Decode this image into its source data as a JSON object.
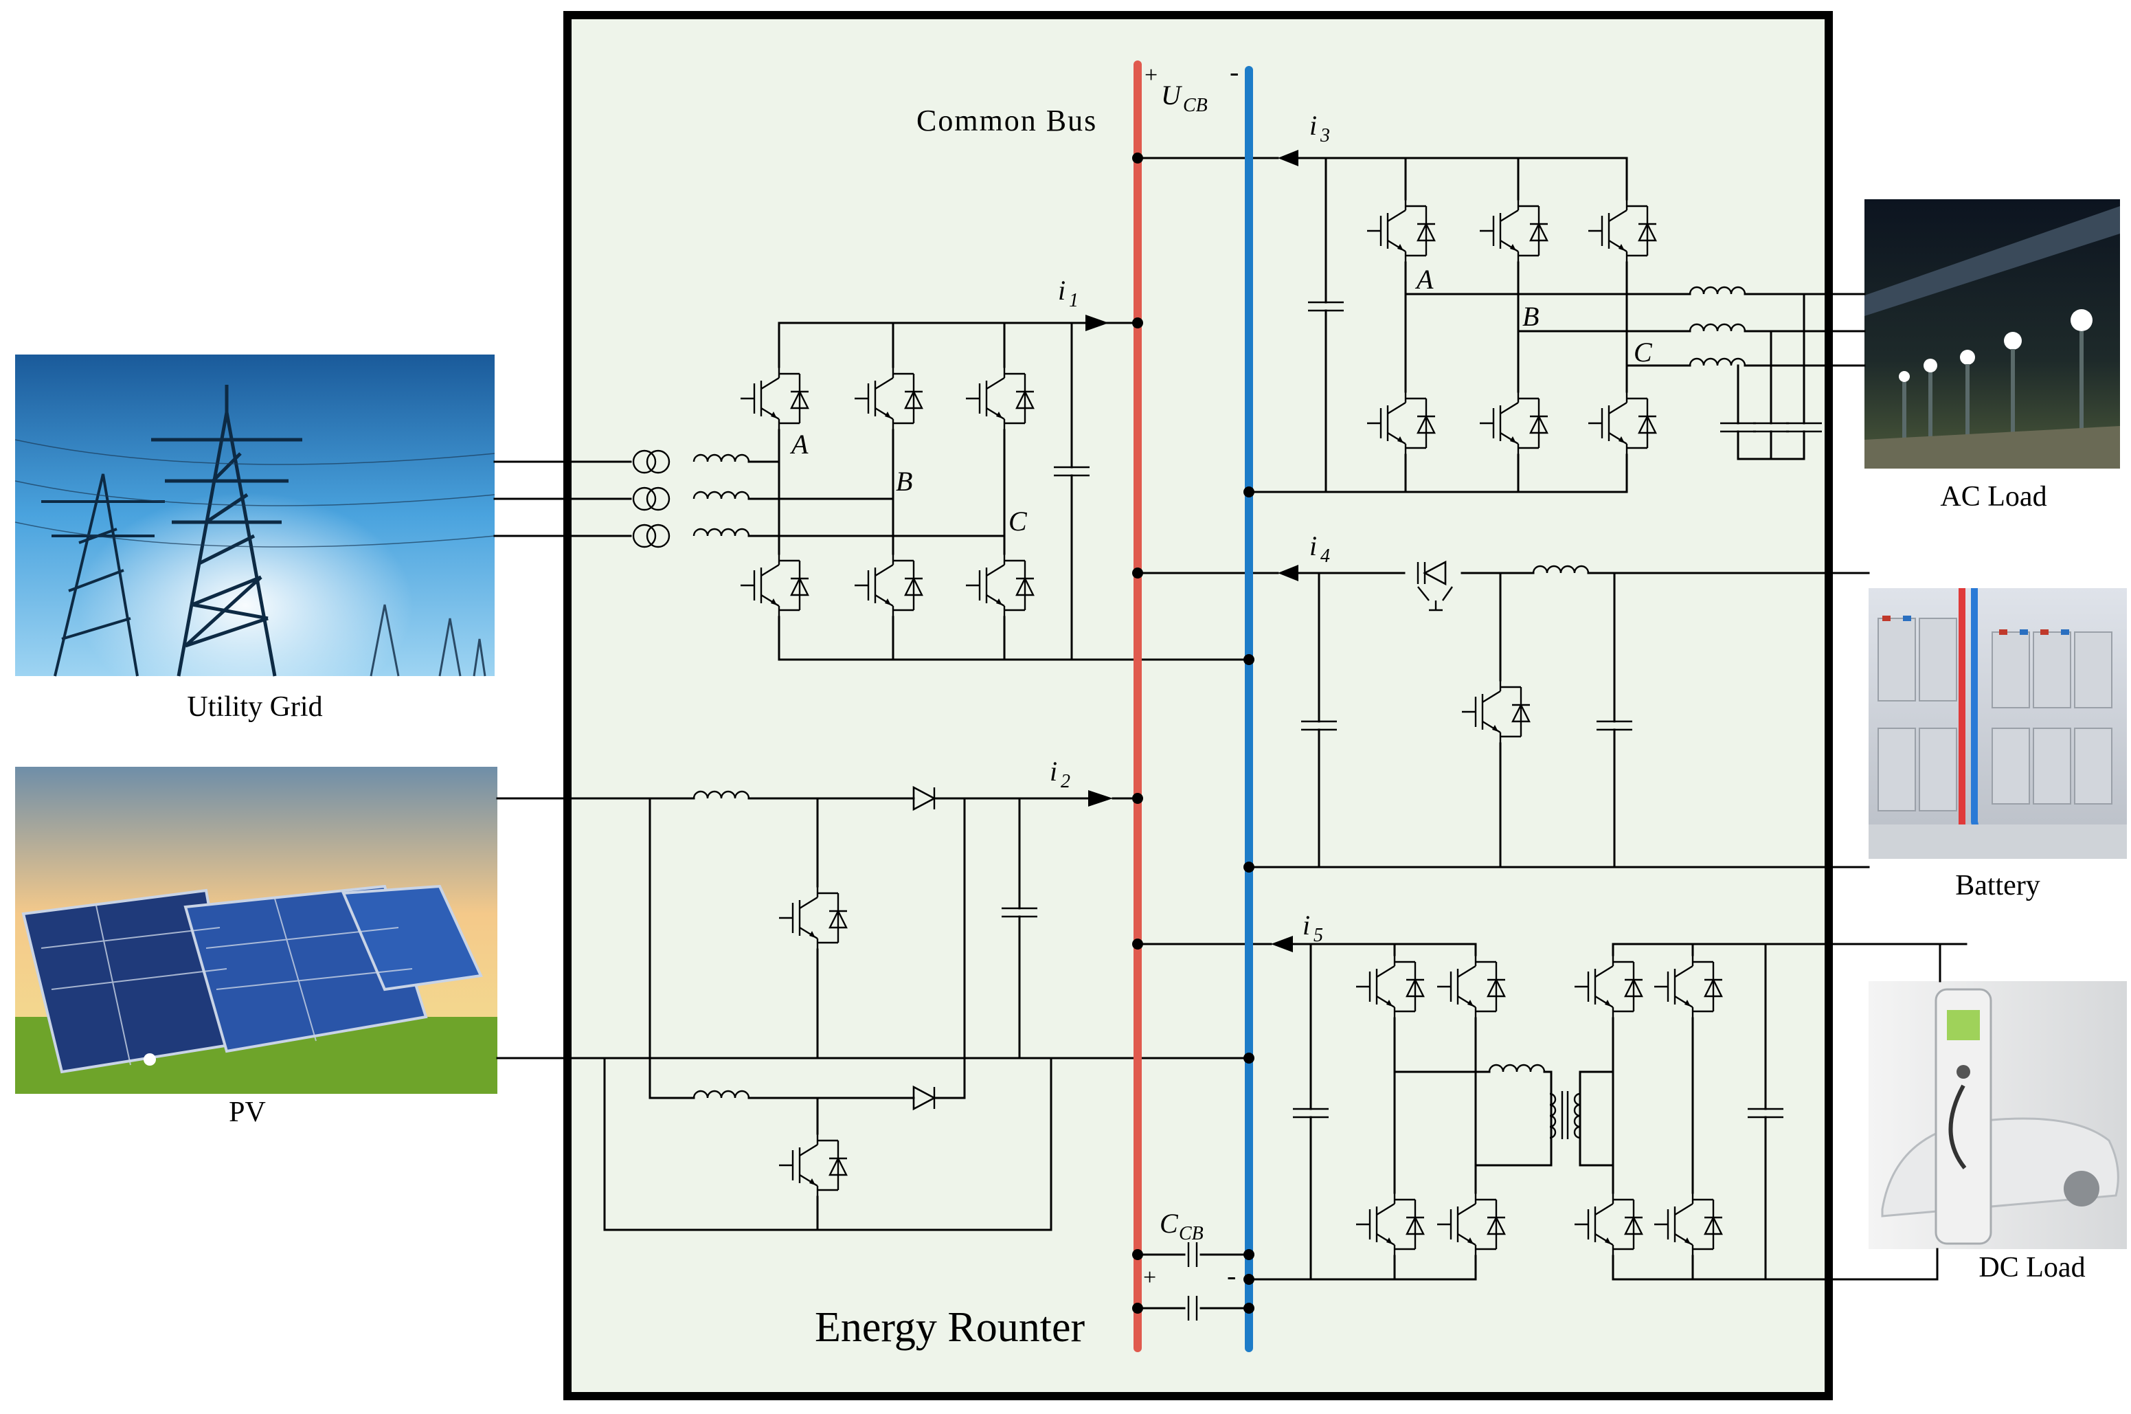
{
  "router": {
    "title": "Energy Rounter"
  },
  "bus": {
    "label": "Common Bus",
    "voltage": {
      "sym": "U",
      "sub": "CB"
    },
    "plus": "+",
    "minus": "-",
    "cap": {
      "sym": "C",
      "sub": "CB"
    },
    "pos_color": "#e05a4e",
    "neg_color": "#1d7cc8",
    "panel_color": "#eef4ea"
  },
  "currents": [
    {
      "sym": "i",
      "sub": "1"
    },
    {
      "sym": "i",
      "sub": "2"
    },
    {
      "sym": "i",
      "sub": "3"
    },
    {
      "sym": "i",
      "sub": "4"
    },
    {
      "sym": "i",
      "sub": "5"
    }
  ],
  "phases": {
    "a": "A",
    "b": "B",
    "c": "C"
  },
  "sources": [
    {
      "caption": "Utility Grid",
      "image": "transmission-towers-photo"
    },
    {
      "caption": "PV",
      "image": "solar-panels-photo"
    },
    {
      "caption": "AC Load",
      "image": "street-lights-photo"
    },
    {
      "caption": "Battery",
      "image": "battery-bank-photo"
    },
    {
      "caption": "DC Load",
      "image": "ev-charger-photo"
    }
  ]
}
